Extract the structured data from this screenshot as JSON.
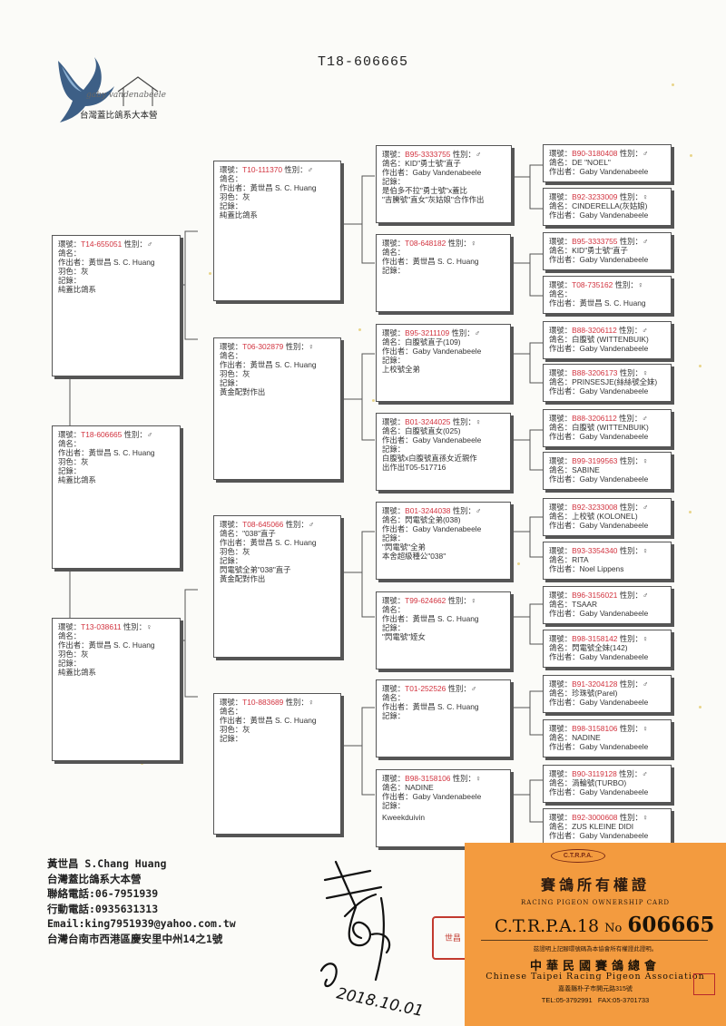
{
  "document": {
    "title": "T18-606665",
    "logo": {
      "script_text": "gaby vandenabeele",
      "name": "台灣蓋比鴿系大本營"
    }
  },
  "labels": {
    "ring": "環號",
    "sex": "性別",
    "name": "鴿名",
    "breeder": "作出者",
    "color": "羽色",
    "record": "記錄"
  },
  "pedigree": [
    {
      "ring": "T18-606665",
      "sex": "♂",
      "name": "",
      "breeder": "黃世昌 S. C. Huang",
      "color": "灰",
      "record": "",
      "notes": [
        "純蓋比鴿系"
      ]
    },
    {
      "ring": "T14-655051",
      "sex": "♂",
      "name": "",
      "breeder": "黃世昌 S. C. Huang",
      "color": "灰",
      "record": "",
      "notes": [
        "純蓋比鴿系"
      ]
    },
    {
      "ring": "T13-038611",
      "sex": "♀",
      "name": "",
      "breeder": "黃世昌 S. C. Huang",
      "color": "灰",
      "record": "",
      "notes": [
        "純蓋比鴿系"
      ]
    },
    {
      "ring": "T10-111370",
      "sex": "♂",
      "name": "",
      "breeder": "黃世昌 S. C. Huang",
      "color": "灰",
      "record": "",
      "notes": [
        "純蓋比鴿系"
      ]
    },
    {
      "ring": "T06-302879",
      "sex": "♀",
      "name": "",
      "breeder": "黃世昌 S. C. Huang",
      "color": "灰",
      "record": "",
      "notes": [
        "黃金配對作出"
      ]
    },
    {
      "ring": "T08-645066",
      "sex": "♂",
      "name": "\"038\"直子",
      "breeder": "黃世昌 S. C. Huang",
      "color": "灰",
      "record": "",
      "notes": [
        "閃電號全弟\"038\"直子",
        "黃金配對作出"
      ]
    },
    {
      "ring": "T10-883689",
      "sex": "♀",
      "name": "",
      "breeder": "黃世昌 S. C. Huang",
      "color": "灰",
      "record": "",
      "notes": []
    },
    {
      "ring": "B95-3333755",
      "sex": "♂",
      "name": "KID\"勇士號\"直子",
      "breeder": "Gaby Vandenabeele",
      "record": "",
      "notes": [
        "是伯多不拉\"勇士號\"x蓋比",
        "\"吉騰號\"直女\"灰姑娘\"合作作出"
      ]
    },
    {
      "ring": "T08-648182",
      "sex": "♀",
      "name": "",
      "breeder": "黃世昌 S. C. Huang",
      "record": "",
      "notes": []
    },
    {
      "ring": "B95-3211109",
      "sex": "♂",
      "name": "白腹號直子(109)",
      "breeder": "Gaby Vandenabeele",
      "record": "",
      "notes": [
        "上校號全弟"
      ]
    },
    {
      "ring": "B01-3244025",
      "sex": "♀",
      "name": "白腹號直女(025)",
      "breeder": "Gaby Vandenabeele",
      "record": "",
      "notes": [
        "白腹號x白腹號直孫女近親作",
        "出作出T05-517716"
      ]
    },
    {
      "ring": "B01-3244038",
      "sex": "♂",
      "name": "閃電號全弟(038)",
      "breeder": "Gaby Vandenabeele",
      "record": "",
      "notes": [
        "\"閃電號\"全弟",
        "本舍超級種公\"038\""
      ]
    },
    {
      "ring": "T99-624662",
      "sex": "♀",
      "name": "",
      "breeder": "黃世昌 S. C. Huang",
      "record": "",
      "notes": [
        "\"閃電號\"姪女"
      ]
    },
    {
      "ring": "T01-252526",
      "sex": "♂",
      "name": "",
      "breeder": "黃世昌 S. C. Huang",
      "record": "",
      "notes": []
    },
    {
      "ring": "B98-3158106",
      "sex": "♀",
      "name": "NADINE",
      "breeder": "Gaby Vandenabeele",
      "record": "",
      "notes": [
        "Kweekduivin"
      ]
    },
    {
      "ring": "B90-3180408",
      "sex": "♂",
      "name": "DE \"NOEL\"",
      "breeder": "Gaby Vandenabeele"
    },
    {
      "ring": "B92-3233009",
      "sex": "♀",
      "name": "CINDERELLA(灰姑娘)",
      "breeder": "Gaby Vandenabeele"
    },
    {
      "ring": "B95-3333755",
      "sex": "♂",
      "name": "KID\"勇士號\"直子",
      "breeder": "Gaby Vandenabeele"
    },
    {
      "ring": "T08-735162",
      "sex": "♀",
      "name": "",
      "breeder": "黃世昌 S. C. Huang"
    },
    {
      "ring": "B88-3206112",
      "sex": "♂",
      "name": "白腹號 (WITTENBUIK)",
      "breeder": "Gaby Vandenabeele"
    },
    {
      "ring": "B88-3206173",
      "sex": "♀",
      "name": "PRINSESJE(絲絲號全妹)",
      "breeder": "Gaby Vandenabeele"
    },
    {
      "ring": "B88-3206112",
      "sex": "♂",
      "name": "白腹號 (WITTENBUIK)",
      "breeder": "Gaby Vandenabeele"
    },
    {
      "ring": "B99-3199563",
      "sex": "♀",
      "name": "SABINE",
      "breeder": "Gaby Vandenabeele"
    },
    {
      "ring": "B92-3233008",
      "sex": "♂",
      "name": "上校號 (KOLONEL)",
      "breeder": "Gaby Vandenabeele"
    },
    {
      "ring": "B93-3354340",
      "sex": "♀",
      "name": "RITA",
      "breeder": "Noel Lippens"
    },
    {
      "ring": "B96-3156021",
      "sex": "♂",
      "name": "TSAAR",
      "breeder": "Gaby Vandenabeele"
    },
    {
      "ring": "B98-3158142",
      "sex": "♀",
      "name": "閃電號全妹(142)",
      "breeder": "Gaby Vandenabeele"
    },
    {
      "ring": "B91-3204128",
      "sex": "♂",
      "name": "珍珠號(Parel)",
      "breeder": "Gaby Vandenabeele"
    },
    {
      "ring": "B98-3158106",
      "sex": "♀",
      "name": "NADINE",
      "breeder": "Gaby Vandenabeele"
    },
    {
      "ring": "B90-3119128",
      "sex": "♂",
      "name": "渦輪號(TURBO)",
      "breeder": "Gaby Vandenabeele"
    },
    {
      "ring": "B92-3000608",
      "sex": "♀",
      "name": "ZUS KLEINE DIDI",
      "breeder": "Gaby Vandenabeele"
    }
  ],
  "contact": {
    "name_line": "黃世昌 S.Chang Huang",
    "org_line": "台灣蓋比鴿系大本營",
    "phone_line": "聯絡電話:06-7951939",
    "mobile_line": "行動電話:0935631313",
    "email_line": "Email:king7951939@yahoo.com.tw",
    "address_line": "台灣台南市西港區慶安里中州14之1號"
  },
  "signature": {
    "date": "2018.10.01"
  },
  "seal": {
    "text": "世昌"
  },
  "ownership_card": {
    "badge": "C.T.R.P.A.",
    "title": "賽鴿所有權證",
    "subtitle": "RACING PIGEON OWNERSHIP CARD",
    "number_prefix": "C.T.R.P.A.18",
    "number_mark": "No",
    "number": "606665",
    "note": "茲證明上記腳環號碼為本協會所有權證此證明。",
    "association": "中華民國賽鴿總會",
    "association_en": "Chinese Taipei Racing Pigeon Association",
    "address": "嘉義縣朴子市開元路315號",
    "tel": "TEL:05-3792991",
    "fax": "FAX:05-3701733"
  }
}
